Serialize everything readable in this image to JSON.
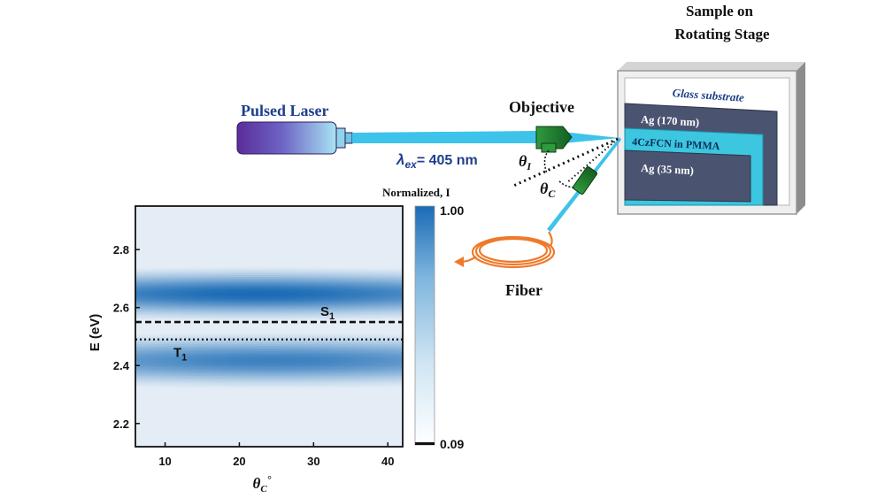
{
  "setup": {
    "sample_title_line1": "Sample on",
    "sample_title_line2": "Rotating Stage",
    "laser_label": "Pulsed Laser",
    "wavelength_symbol": "λ",
    "wavelength_sub": "ex",
    "wavelength_value": "= 405 nm",
    "objective_label": "Objective",
    "theta_i_symbol": "θ",
    "theta_i_sub": "I",
    "theta_c_symbol": "θ",
    "theta_c_sub": "C",
    "fiber_label": "Fiber",
    "layers": {
      "glass": "Glass substrate",
      "ag_top": "Ag (170 nm)",
      "emitter": "4CzFCN in PMMA",
      "ag_bottom": "Ag (35 nm)"
    },
    "colors": {
      "beam": "#3ec3ea",
      "laser_dark": "#5b2d9a",
      "laser_light": "#a8e4f4",
      "objective": "#1f7a2e",
      "fiber": "#ee7a2a",
      "label_blue": "#1f3f8c",
      "layer_dark": "#4a5470",
      "layer_cyan": "#3cc6e0"
    }
  },
  "chart_data": {
    "type": "heatmap",
    "xlabel_symbol": "θ",
    "xlabel_sub": "C",
    "xlabel_unit": "°",
    "ylabel": "E (eV)",
    "xlim": [
      6,
      42
    ],
    "ylim": [
      2.12,
      2.95
    ],
    "xticks": [
      10,
      20,
      30,
      40
    ],
    "yticks": [
      2.2,
      2.4,
      2.6,
      2.8
    ],
    "colorbar": {
      "title": "Normalized, I",
      "max_label": "1.00",
      "min_label": "0.09",
      "max": 1.0,
      "min": 0.09,
      "colors": [
        "#ffffff",
        "#cfe4f3",
        "#7fb6de",
        "#1a6bb5"
      ]
    },
    "bands": [
      {
        "center_eV": 2.65,
        "x_peak": 22,
        "intensity": 1.0,
        "width_eV": 0.065
      },
      {
        "center_eV": 2.42,
        "x_peak": 24,
        "intensity": 0.85,
        "width_eV": 0.07
      }
    ],
    "reference_lines": [
      {
        "name": "S",
        "sub": "1",
        "energy": 2.55,
        "style": "dashed"
      },
      {
        "name": "T",
        "sub": "1",
        "energy": 2.49,
        "style": "dotted"
      }
    ]
  }
}
